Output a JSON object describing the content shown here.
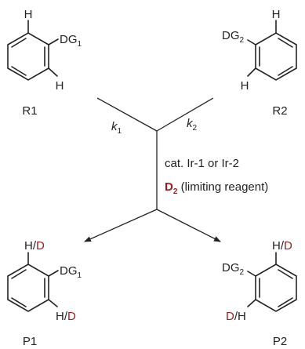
{
  "reactants": [
    {
      "name": "R1",
      "directing_group": "DG",
      "dg_index": "1",
      "ortho_atoms": [
        "H",
        "H"
      ]
    },
    {
      "name": "R2",
      "directing_group": "DG",
      "dg_index": "2",
      "ortho_atoms": [
        "H",
        "H"
      ]
    }
  ],
  "products": [
    {
      "name": "P1",
      "directing_group": "DG",
      "dg_index": "1",
      "ortho_labels": [
        [
          "H",
          "/",
          "D"
        ],
        [
          "H",
          "/",
          "D"
        ]
      ]
    },
    {
      "name": "P2",
      "directing_group": "DG",
      "dg_index": "2",
      "ortho_labels": [
        [
          "H",
          "/",
          "D"
        ],
        [
          "D",
          "/",
          "H"
        ]
      ]
    }
  ],
  "rate_constants": [
    {
      "symbol": "k",
      "index": "1"
    },
    {
      "symbol": "k",
      "index": "2"
    }
  ],
  "conditions": {
    "catalyst_line": "cat. Ir-1 or Ir-2",
    "reagent": "D",
    "reagent_sub": "2",
    "reagent_note": " (limiting reagent)"
  },
  "colors": {
    "deuterium": "#9b1c1c",
    "lines": "#222222"
  }
}
